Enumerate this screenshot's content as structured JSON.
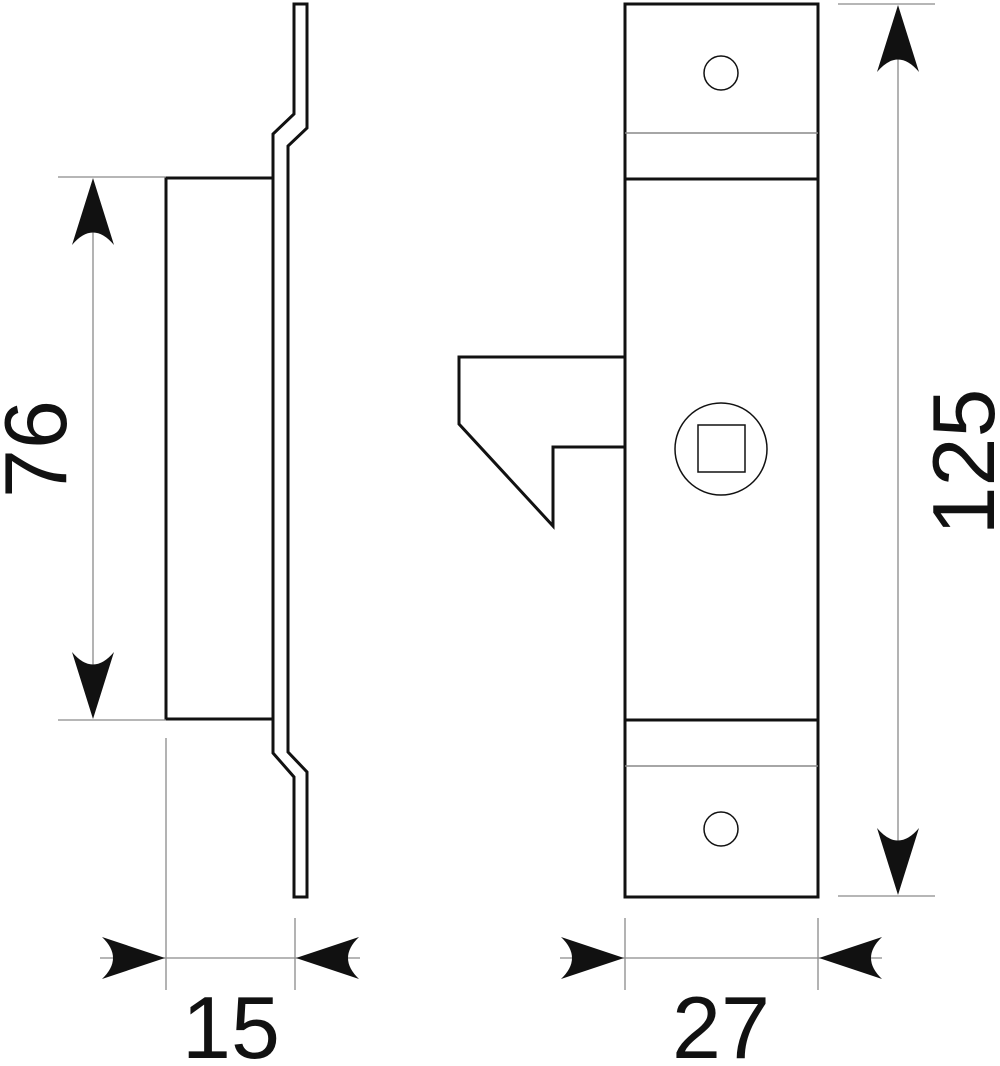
{
  "dimensions": {
    "height_left": "76",
    "height_right": "125",
    "width_left": "15",
    "width_right": "27"
  },
  "colors": {
    "line": "#111111",
    "dimension_line": "#8a8a8a",
    "background": "#ffffff"
  }
}
